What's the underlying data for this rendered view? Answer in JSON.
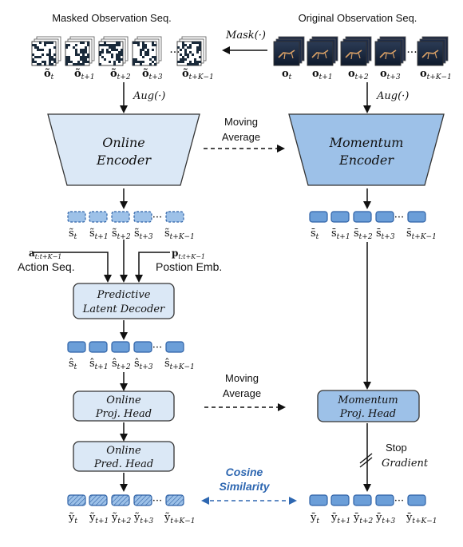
{
  "headers": {
    "masked_seq": "Masked Observation Seq.",
    "original_seq": "Original Observation Seq."
  },
  "ops": {
    "mask": "Mask(·)",
    "aug_left": "Aug(·)",
    "aug_right": "Aug(·)",
    "moving_average_1": [
      "Moving",
      "Average"
    ],
    "moving_average_2": [
      "Moving",
      "Average"
    ],
    "stop_gradient": [
      "Stop",
      "Gradient"
    ],
    "cosine_similarity": [
      "Cosine",
      "Similarity"
    ]
  },
  "blocks": {
    "online_encoder": [
      "Online",
      "Encoder"
    ],
    "momentum_encoder": [
      "Momentum",
      "Encoder"
    ],
    "predictive_decoder": [
      "Predictive",
      "Latent Decoder"
    ],
    "online_proj_head": [
      "Online",
      "Proj. Head"
    ],
    "online_pred_head": [
      "Online",
      "Pred. Head"
    ],
    "momentum_proj_head": [
      "Momentum",
      "Proj. Head"
    ]
  },
  "inputs": {
    "action_var": "a",
    "action_sub": "t:t+K−1",
    "action_label": "Action Seq.",
    "pos_var": "p",
    "pos_sub": "t:t+K−1",
    "pos_label": "Postion Emb."
  },
  "labels": {
    "masked_obs": [
      [
        "õ",
        "t"
      ],
      [
        "õ",
        "t+1"
      ],
      [
        "õ",
        "t+2"
      ],
      [
        "õ",
        "t+3"
      ],
      [
        "õ",
        "t+K−1"
      ]
    ],
    "orig_obs": [
      [
        "o",
        "t"
      ],
      [
        "o",
        "t+1"
      ],
      [
        "o",
        "t+2"
      ],
      [
        "o",
        "t+3"
      ],
      [
        "o",
        "t+K−1"
      ]
    ],
    "online_latent": [
      [
        "s̃",
        "t"
      ],
      [
        "s̃",
        "t+1"
      ],
      [
        "s̃",
        "t+2"
      ],
      [
        "s̃",
        "t+3"
      ],
      [
        "s̃",
        "t+K−1"
      ]
    ],
    "momentum_latent": [
      [
        "s̄",
        "t"
      ],
      [
        "s̄",
        "t+1"
      ],
      [
        "s̄",
        "t+2"
      ],
      [
        "s̄",
        "t+3"
      ],
      [
        "s̄",
        "t+K−1"
      ]
    ],
    "decoded_latent": [
      [
        "ŝ",
        "t"
      ],
      [
        "ŝ",
        "t+1"
      ],
      [
        "ŝ",
        "t+2"
      ],
      [
        "ŝ",
        "t+3"
      ],
      [
        "ŝ",
        "t+K−1"
      ]
    ],
    "online_out": [
      [
        "ỹ",
        "t"
      ],
      [
        "ỹ",
        "t+1"
      ],
      [
        "ỹ",
        "t+2"
      ],
      [
        "ỹ",
        "t+3"
      ],
      [
        "ỹ",
        "t+K−1"
      ]
    ],
    "momentum_out": [
      [
        "ȳ",
        "t"
      ],
      [
        "ȳ",
        "t+1"
      ],
      [
        "ȳ",
        "t+2"
      ],
      [
        "ȳ",
        "t+3"
      ],
      [
        "ȳ",
        "t+K−1"
      ]
    ]
  },
  "ellipsis": "···",
  "colors": {
    "online_fill": "#dbe8f6",
    "momentum_fill": "#9dc1e8",
    "token_fill": "#6b9ed8",
    "token_stroke": "#2f62a6",
    "accent_blue": "#2e67b1"
  }
}
